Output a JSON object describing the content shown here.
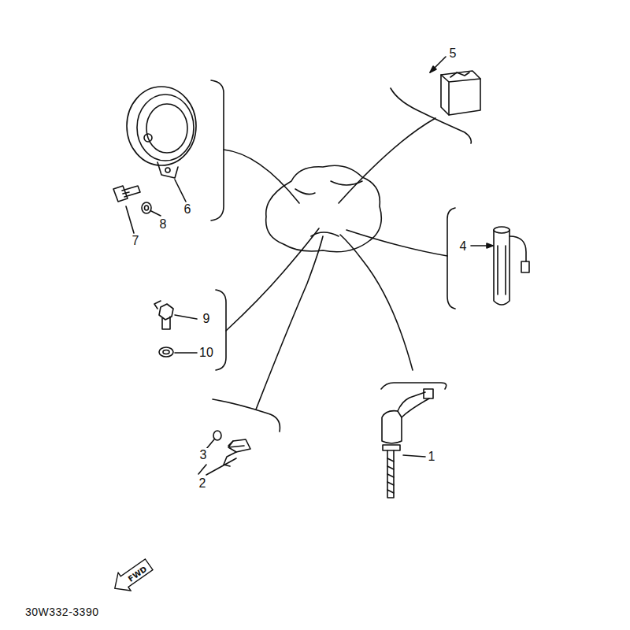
{
  "diagram": {
    "nodes": [
      {
        "text": [
          "FWD"
        ]
      }
    ],
    "labels": [
      "5",
      "6",
      "7",
      "8",
      "4",
      "9",
      "10",
      "3",
      "2",
      "1",
      "30W332-3390"
    ]
  }
}
